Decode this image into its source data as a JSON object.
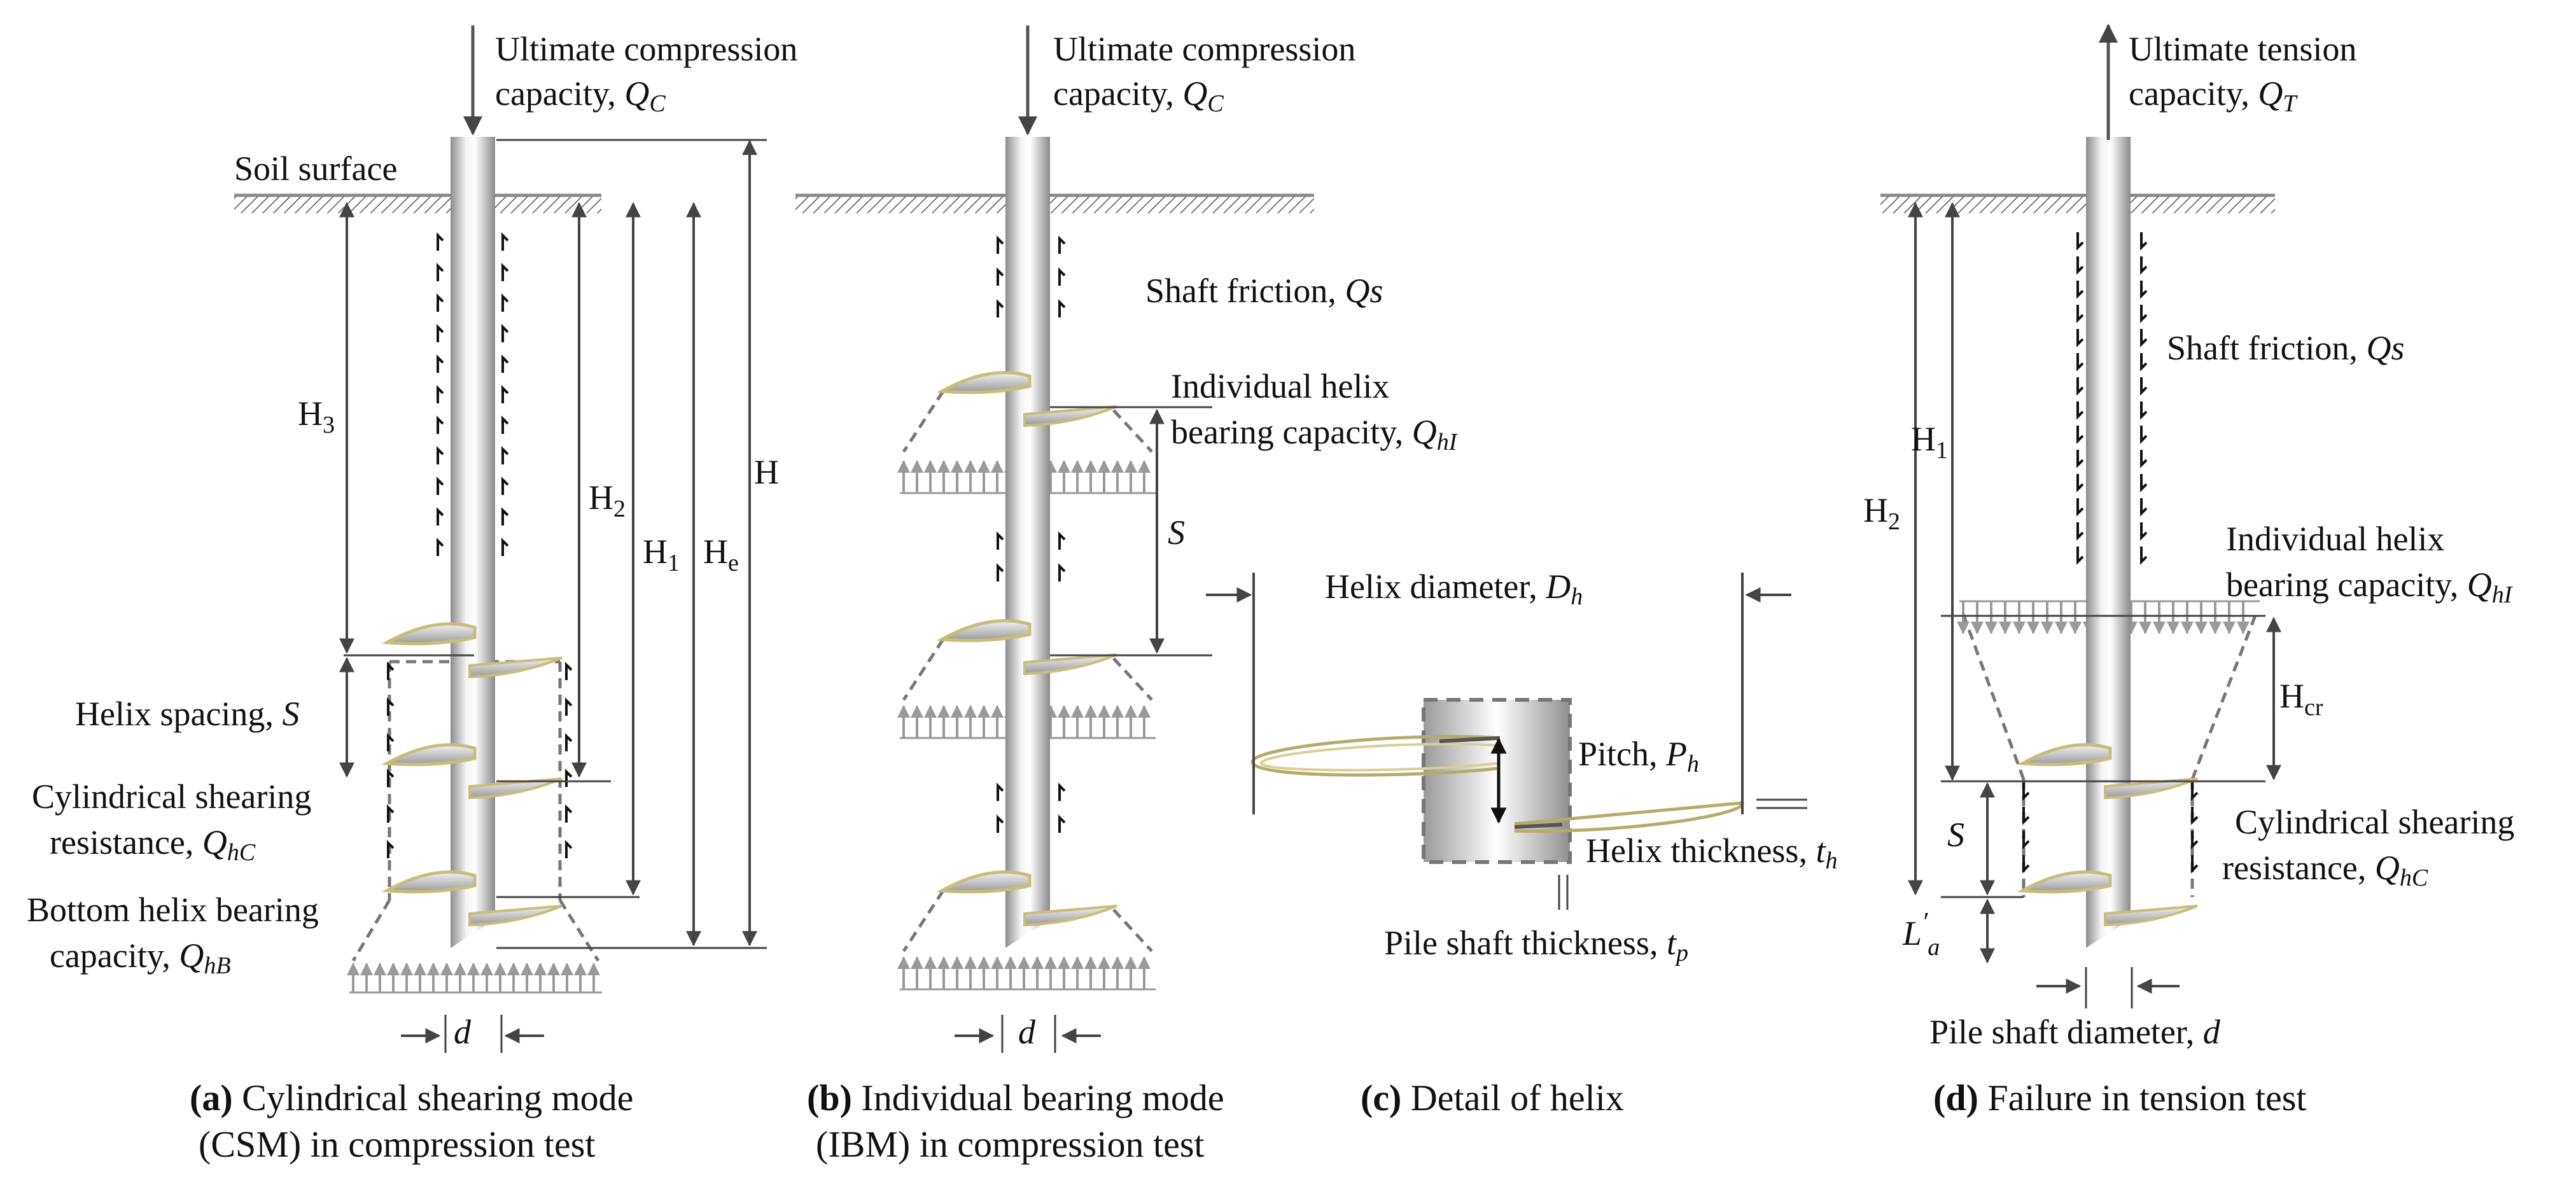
{
  "panel_a": {
    "load_label_1": "Ultimate compression",
    "load_label_2": "capacity, ",
    "load_symbol": "Q",
    "load_symbol_sub": "C",
    "soil_surface": "Soil surface",
    "dim_H3": "H",
    "dim_H3_sub": "3",
    "dim_H2": "H",
    "dim_H2_sub": "2",
    "dim_H1": "H",
    "dim_H1_sub": "1",
    "dim_He": "H",
    "dim_He_sub": "e",
    "dim_H": "H",
    "spacing_label": "Helix spacing, ",
    "spacing_symbol": "S",
    "cyl_label_1": "Cylindrical shearing",
    "cyl_label_2": "resistance, ",
    "cyl_symbol": "Q",
    "cyl_symbol_sub": "hC",
    "bottom_label_1": "Bottom helix bearing",
    "bottom_label_2": "capacity, ",
    "bottom_symbol": "Q",
    "bottom_symbol_sub": "hB",
    "diameter_symbol": "d",
    "caption_bold": "(a)",
    "caption_1": " Cylindrical shearing mode",
    "caption_2": "(CSM) in compression test"
  },
  "panel_b": {
    "load_label_1": "Ultimate compression",
    "load_label_2": "capacity, ",
    "load_symbol": "Q",
    "load_symbol_sub": "C",
    "shaft_label": "Shaft friction, ",
    "shaft_symbol": "Qs",
    "helix_label_1": "Individual helix",
    "helix_label_2": "bearing capacity, ",
    "helix_symbol": "Q",
    "helix_symbol_sub": "hI",
    "spacing_symbol": "S",
    "diameter_symbol": "d",
    "caption_bold": "(b)",
    "caption_1": " Individual bearing mode",
    "caption_2": "(IBM) in compression test"
  },
  "panel_c": {
    "diameter_label": "Helix diameter, ",
    "diameter_symbol": "D",
    "diameter_symbol_sub": "h",
    "pitch_label": "Pitch, ",
    "pitch_symbol": "P",
    "pitch_symbol_sub": "h",
    "thickness_label": "Helix thickness, ",
    "thickness_symbol": "t",
    "thickness_symbol_sub": "h",
    "shaft_thickness_label": "Pile shaft thickness, ",
    "shaft_thickness_symbol": "t",
    "shaft_thickness_symbol_sub": "p",
    "caption_bold": "(c)",
    "caption_1": " Detail of helix"
  },
  "panel_d": {
    "load_label_1": "Ultimate tension",
    "load_label_2": "capacity, ",
    "load_symbol": "Q",
    "load_symbol_sub": "T",
    "shaft_label": "Shaft friction, ",
    "shaft_symbol": "Qs",
    "helix_label_1": "Individual helix",
    "helix_label_2": "bearing capacity, ",
    "helix_symbol": "Q",
    "helix_symbol_sub": "hI",
    "dim_H1": "H",
    "dim_H1_sub": "1",
    "dim_H2": "H",
    "dim_H2_sub": "2",
    "dim_Hcr": "H",
    "dim_Hcr_sub": "cr",
    "spacing_symbol": "S",
    "la_symbol": "L",
    "la_prime": "′",
    "la_sub": "a",
    "cyl_label_1": "Cylindrical shearing",
    "cyl_label_2": "resistance, ",
    "cyl_symbol": "Q",
    "cyl_symbol_sub": "hC",
    "diameter_label": "Pile shaft diameter, ",
    "diameter_symbol": "d",
    "caption_bold": "(d)",
    "caption_1": " Failure in tension test"
  },
  "colors": {
    "ink": "#111111",
    "dim_line": "#444444",
    "dashed": "#777777",
    "pressure_arrow": "#9a9a9a",
    "helix_gold": "#c9bd7a",
    "shaft_light": "#ffffff",
    "shaft_dark": "#8a8a8a"
  }
}
